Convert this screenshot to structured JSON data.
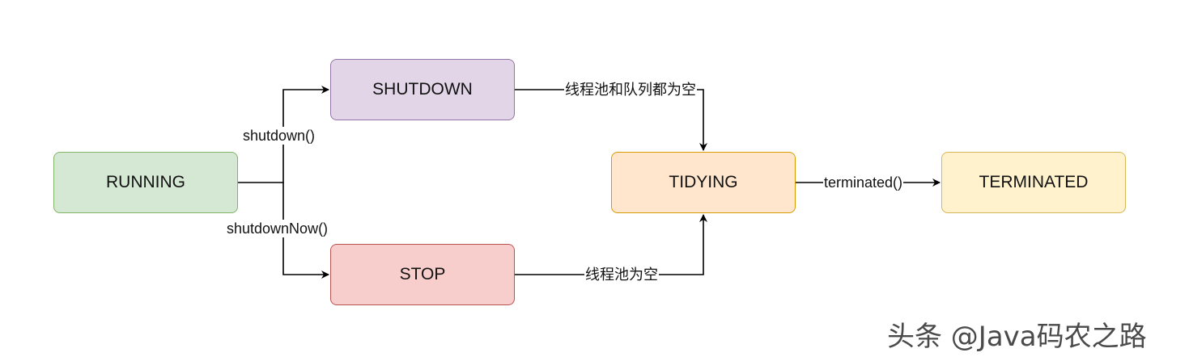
{
  "nodes": {
    "running": {
      "label": "RUNNING",
      "fill": "#d5e8d4",
      "stroke": "#82b366"
    },
    "shutdown": {
      "label": "SHUTDOWN",
      "fill": "#e1d5e7",
      "stroke": "#9673a6"
    },
    "stop": {
      "label": "STOP",
      "fill": "#f8cecc",
      "stroke": "#b85450"
    },
    "tidying": {
      "label": "TIDYING",
      "fill": "#ffe6cc",
      "stroke": "#d79b00"
    },
    "terminated": {
      "label": "TERMINATED",
      "fill": "#fff2cc",
      "stroke": "#d6b656"
    }
  },
  "edges": {
    "running_to_shutdown": "shutdown()",
    "running_to_stop": "shutdownNow()",
    "shutdown_to_tidying": "线程池和队列都为空",
    "stop_to_tidying": "线程池为空",
    "tidying_to_terminated": "terminated()"
  },
  "watermark": "头条 @Java码农之路",
  "colors": {
    "edge": "#000000",
    "background": "#ffffff"
  }
}
